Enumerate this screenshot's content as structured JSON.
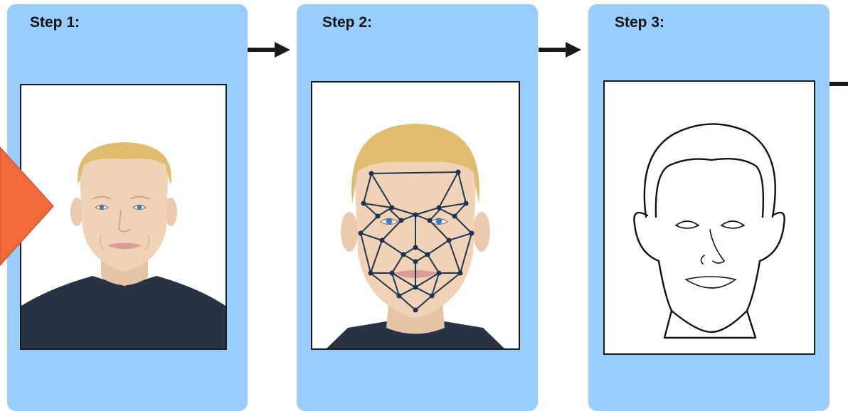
{
  "steps": [
    {
      "label": "Step 1:"
    },
    {
      "label": "Step 2:"
    },
    {
      "label": "Step 3:"
    }
  ],
  "colors": {
    "panel": "#99ccff",
    "hair": "#e0bd6e",
    "skin": "#f0d2b6",
    "shirt": "#2a3344",
    "mesh": "#1d3553",
    "accent_shape": "#f26a3a"
  }
}
